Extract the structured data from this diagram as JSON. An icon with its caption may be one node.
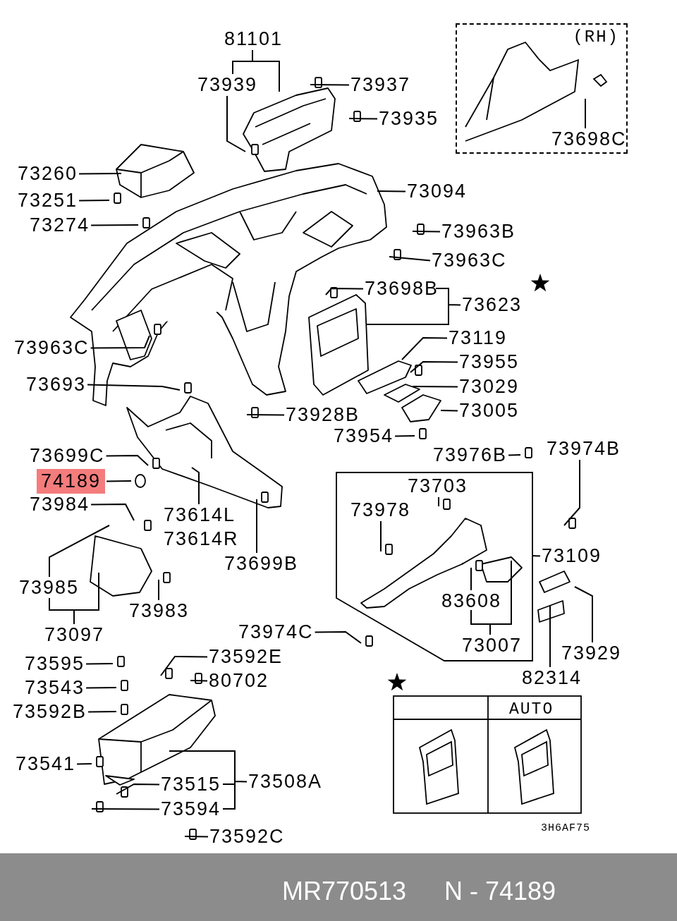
{
  "diagram": {
    "nodes": [
      {
        "text": [
          "81101"
        ]
      },
      {
        "text": [
          "73939"
        ]
      },
      {
        "text": [
          "73937"
        ]
      },
      {
        "text": [
          "73935"
        ]
      },
      {
        "text": [
          "(RH)"
        ]
      },
      {
        "text": [
          "73698C"
        ],
        "in": 4
      },
      {
        "text": [
          "73260"
        ]
      },
      {
        "text": [
          "73251"
        ]
      },
      {
        "text": [
          "73274"
        ]
      },
      {
        "text": [
          "73094"
        ]
      },
      {
        "text": [
          "73963B"
        ]
      },
      {
        "text": [
          "73963C"
        ]
      },
      {
        "text": [
          "73698B"
        ]
      },
      {
        "text": [
          "73623"
        ]
      },
      {
        "text": [
          "73963C"
        ]
      },
      {
        "text": [
          "73119"
        ]
      },
      {
        "text": [
          "73955"
        ]
      },
      {
        "text": [
          "73029"
        ]
      },
      {
        "text": [
          "73005"
        ]
      },
      {
        "text": [
          "73693"
        ]
      },
      {
        "text": [
          "73928B"
        ]
      },
      {
        "text": [
          "73954"
        ]
      },
      {
        "text": [
          "73976B"
        ]
      },
      {
        "text": [
          "73974B"
        ]
      },
      {
        "text": [
          "73699C"
        ]
      },
      {
        "text": [
          "74189"
        ]
      },
      {
        "text": [
          "73614L"
        ]
      },
      {
        "text": [
          "73614R"
        ]
      },
      {
        "text": [
          "73699B"
        ]
      },
      {
        "text": [
          "73984"
        ]
      },
      {
        "text": [
          "73985"
        ]
      },
      {
        "text": [
          "73097"
        ]
      },
      {
        "text": [
          "73983"
        ]
      },
      {
        "text": [
          "73703"
        ]
      },
      {
        "text": [
          "73978"
        ]
      },
      {
        "text": [
          "73109"
        ]
      },
      {
        "text": [
          "83608"
        ]
      },
      {
        "text": [
          "73007"
        ]
      },
      {
        "text": [
          "73929"
        ]
      },
      {
        "text": [
          "82314"
        ]
      },
      {
        "text": [
          "73974C"
        ]
      },
      {
        "text": [
          "73595"
        ]
      },
      {
        "text": [
          "73543"
        ]
      },
      {
        "text": [
          "73592B"
        ]
      },
      {
        "text": [
          "73592E"
        ]
      },
      {
        "text": [
          "80702"
        ]
      },
      {
        "text": [
          "73541"
        ]
      },
      {
        "text": [
          "73515"
        ]
      },
      {
        "text": [
          "73508A"
        ]
      },
      {
        "text": [
          "73594"
        ]
      },
      {
        "text": [
          "73592C"
        ]
      }
    ],
    "edges": [
      {
        "from": 0,
        "to": null,
        "arrow": "none"
      },
      {
        "from": 1,
        "to": null,
        "arrow": "none"
      },
      {
        "from": 2,
        "to": null,
        "arrow": "none"
      },
      {
        "from": 3,
        "to": null,
        "arrow": "none"
      },
      {
        "from": 5,
        "to": null,
        "arrow": "none"
      },
      {
        "from": 6,
        "to": null,
        "arrow": "none"
      },
      {
        "from": 7,
        "to": null,
        "arrow": "none"
      },
      {
        "from": 8,
        "to": null,
        "arrow": "none"
      },
      {
        "from": 9,
        "to": null,
        "arrow": "none"
      },
      {
        "from": 10,
        "to": null,
        "arrow": "none"
      },
      {
        "from": 11,
        "to": null,
        "arrow": "none"
      },
      {
        "from": 12,
        "to": null,
        "arrow": "none"
      },
      {
        "from": 13,
        "to": null,
        "arrow": "none"
      },
      {
        "from": 14,
        "to": null,
        "arrow": "none"
      },
      {
        "from": 15,
        "to": null,
        "arrow": "none"
      },
      {
        "from": 16,
        "to": null,
        "arrow": "none"
      },
      {
        "from": 17,
        "to": null,
        "arrow": "none"
      },
      {
        "from": 18,
        "to": null,
        "arrow": "none"
      },
      {
        "from": 19,
        "to": null,
        "arrow": "none"
      },
      {
        "from": 20,
        "to": null,
        "arrow": "none"
      },
      {
        "from": 21,
        "to": null,
        "arrow": "none"
      },
      {
        "from": 22,
        "to": null,
        "arrow": "none"
      },
      {
        "from": 23,
        "to": null,
        "arrow": "none"
      },
      {
        "from": 24,
        "to": null,
        "arrow": "none"
      },
      {
        "from": 25,
        "to": null,
        "arrow": "none"
      },
      {
        "from": 26,
        "to": null,
        "arrow": "none"
      },
      {
        "from": 28,
        "to": null,
        "arrow": "none"
      },
      {
        "from": 29,
        "to": null,
        "arrow": "none"
      },
      {
        "from": 30,
        "to": null,
        "arrow": "none"
      },
      {
        "from": 31,
        "to": null,
        "arrow": "none"
      },
      {
        "from": 32,
        "to": null,
        "arrow": "none"
      },
      {
        "from": 33,
        "to": null,
        "arrow": "none"
      },
      {
        "from": 34,
        "to": null,
        "arrow": "none"
      },
      {
        "from": 35,
        "to": null,
        "arrow": "none"
      },
      {
        "from": 36,
        "to": null,
        "arrow": "none"
      },
      {
        "from": 37,
        "to": null,
        "arrow": "none"
      },
      {
        "from": 38,
        "to": null,
        "arrow": "none"
      },
      {
        "from": 39,
        "to": null,
        "arrow": "none"
      },
      {
        "from": 40,
        "to": null,
        "arrow": "none"
      },
      {
        "from": 41,
        "to": null,
        "arrow": "none"
      },
      {
        "from": 42,
        "to": null,
        "arrow": "none"
      },
      {
        "from": 43,
        "to": null,
        "arrow": "none"
      },
      {
        "from": 44,
        "to": null,
        "arrow": "none"
      },
      {
        "from": 45,
        "to": null,
        "arrow": "none"
      },
      {
        "from": 46,
        "to": null,
        "arrow": "none"
      },
      {
        "from": 47,
        "to": null,
        "arrow": "none"
      },
      {
        "from": 48,
        "to": null,
        "arrow": "none"
      },
      {
        "from": 49,
        "to": null,
        "arrow": "none"
      },
      {
        "from": 50,
        "to": null,
        "arrow": "none"
      }
    ],
    "labels": [
      "AUTO",
      "3H6AF75",
      "MR770513",
      "N - 74189"
    ]
  }
}
